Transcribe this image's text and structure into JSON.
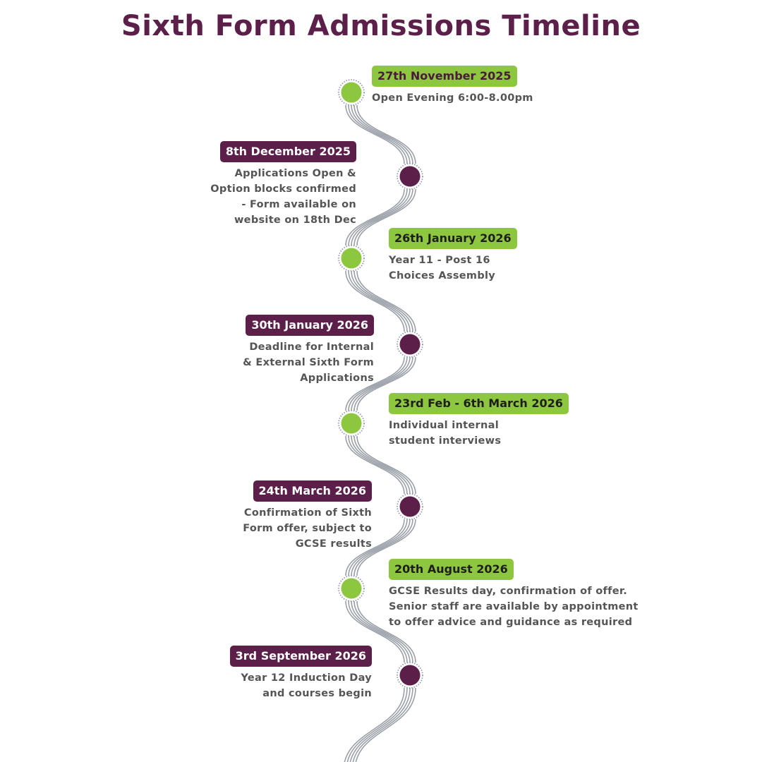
{
  "title": "Sixth Form Admissions Timeline",
  "colors": {
    "green": "#8dc63f",
    "purple": "#5c1f4a",
    "line": "#9aa0a8"
  },
  "events": [
    {
      "date": "27th November 2025",
      "description": "Open Evening 6:00-8.00pm",
      "color": "green"
    },
    {
      "date": "8th December 2025",
      "description": "Applications Open &\nOption blocks confirmed\n- Form available on\nwebsite on 18th Dec",
      "color": "purple"
    },
    {
      "date": "26th January 2026",
      "description": "Year 11 - Post 16\nChoices Assembly",
      "color": "green"
    },
    {
      "date": "30th January 2026",
      "description": "Deadline for Internal\n& External Sixth Form\nApplications",
      "color": "purple"
    },
    {
      "date": "23rd Feb - 6th March 2026",
      "description": "Individual internal\nstudent interviews",
      "color": "green"
    },
    {
      "date": "24th March 2026",
      "description": "Confirmation of Sixth\nForm offer, subject to\nGCSE results",
      "color": "purple"
    },
    {
      "date": "20th August 2026",
      "description": "GCSE Results day, confirmation of offer.\nSenior staff are available by appointment\nto offer advice and guidance as required",
      "color": "green"
    },
    {
      "date": "3rd September 2026",
      "description": "Year 12 Induction Day\nand courses begin",
      "color": "purple"
    }
  ]
}
